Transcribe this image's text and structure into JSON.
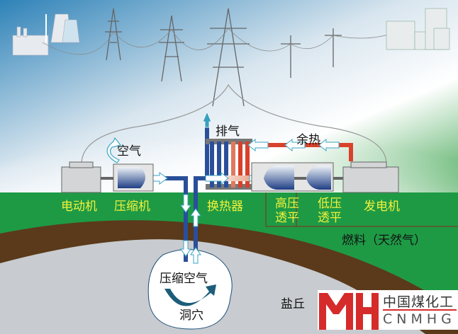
{
  "labels": {
    "air": "空气",
    "exhaust": "排气",
    "waste_heat": "余热",
    "motor": "电动机",
    "compressor": "压缩机",
    "heat_exchanger": "换热器",
    "hp_turbine_1": "高压",
    "hp_turbine_2": "透平",
    "lp_turbine_1": "低压",
    "lp_turbine_2": "透平",
    "generator": "发电机",
    "fuel": "燃料（天然气）",
    "compressed_air": "压缩空气",
    "cavern": "洞穴",
    "salt_dome": "盐丘"
  },
  "logo": {
    "cn": "中国煤化工",
    "en": "CNMHG",
    "mark": "MH"
  },
  "colors": {
    "ground": "#1e9a45",
    "soil": "#5a3a1a",
    "salt": "#c8cbcf",
    "pipe_cold": "#2a4f9a",
    "pipe_hot": "#d9412b",
    "label": "#f2f23a"
  }
}
